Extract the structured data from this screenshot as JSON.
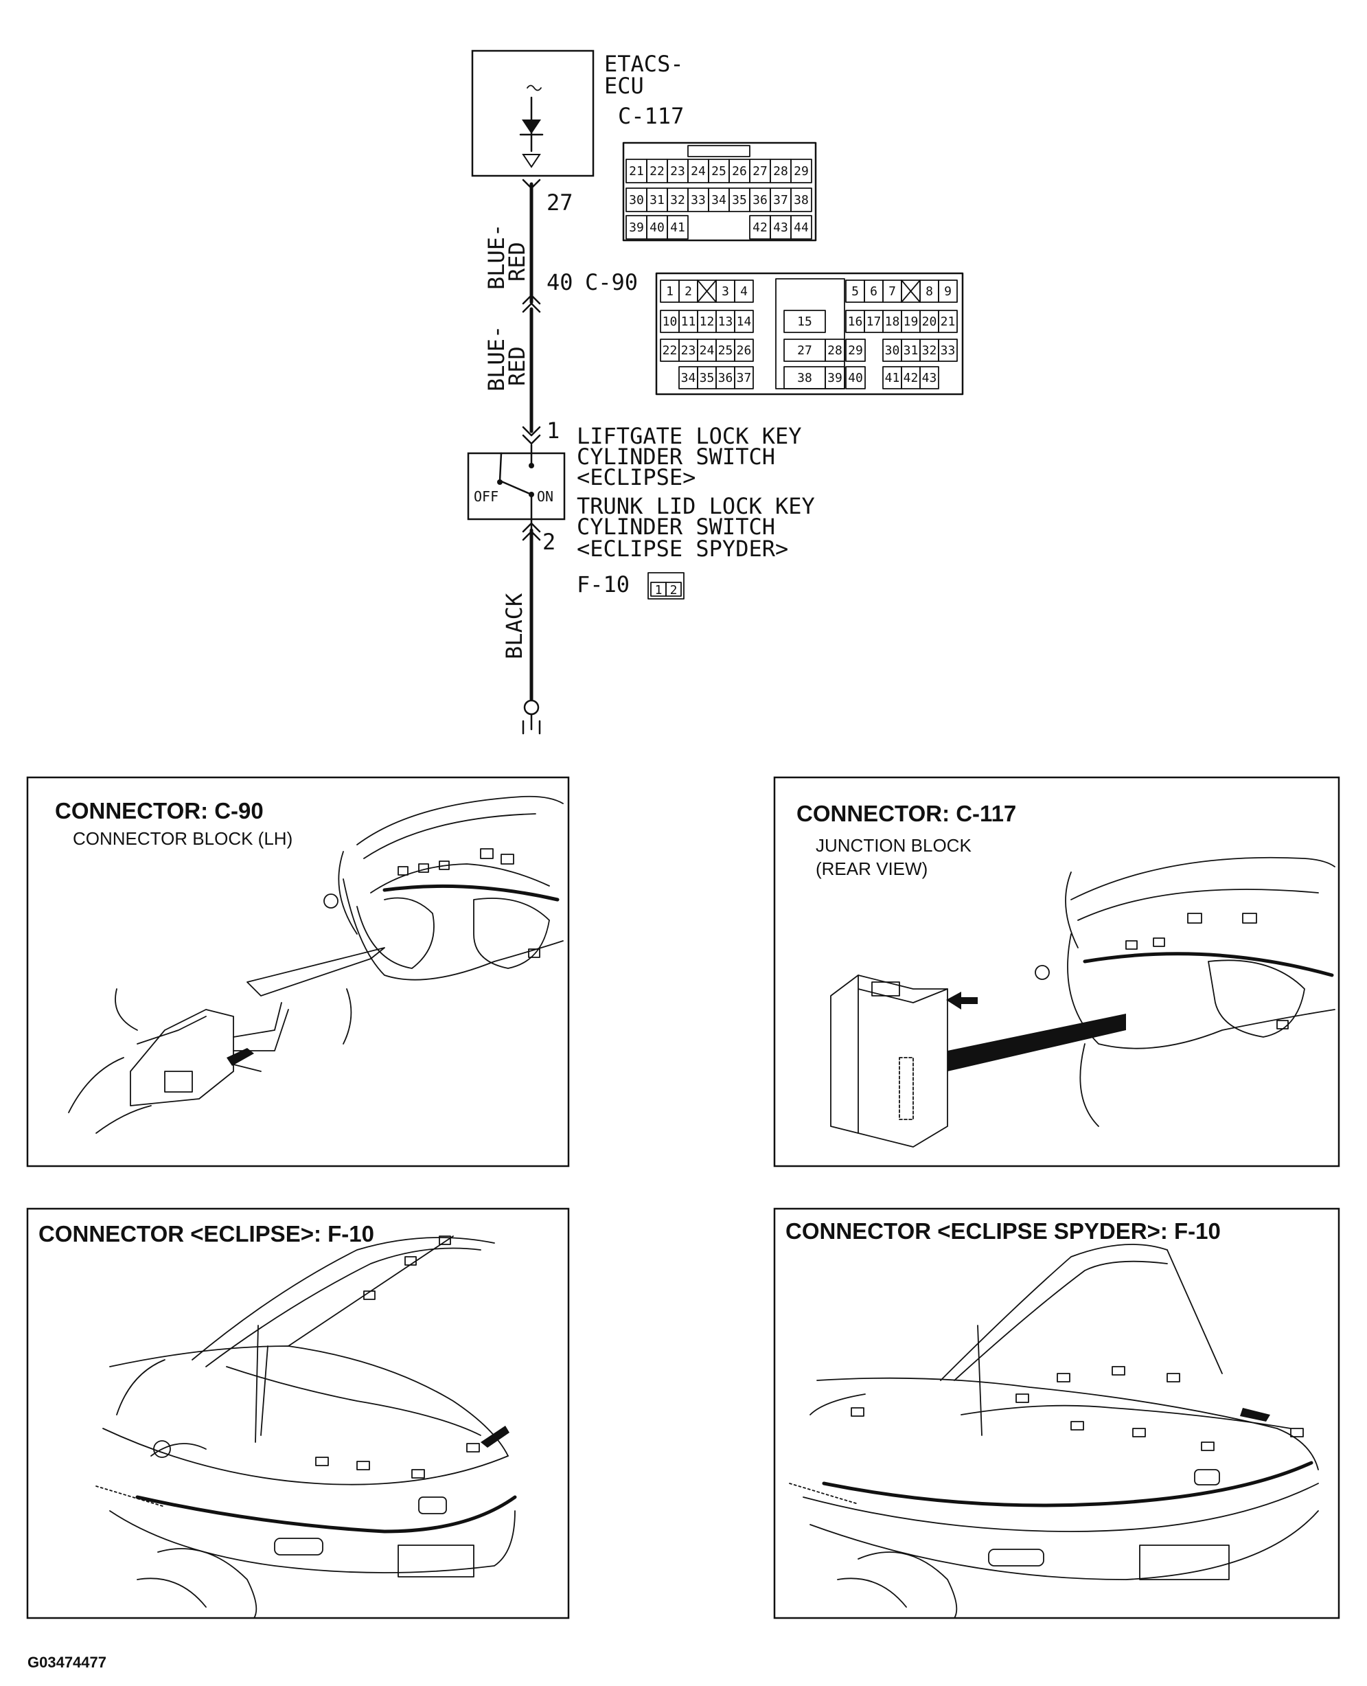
{
  "schematic": {
    "ecu": {
      "name_line1": "ETACS-",
      "name_line2": "ECU",
      "connector": "C-117"
    },
    "pin_27": "27",
    "wire_upper": {
      "line1": "BLUE-",
      "line2": "RED"
    },
    "junction": {
      "pin": "40",
      "connector": "C-90"
    },
    "wire_middle": {
      "line1": "BLUE-",
      "line2": "RED"
    },
    "pin_1": "1",
    "switch": {
      "off": "OFF",
      "on": "ON",
      "eclipse_line1": "LIFTGATE LOCK KEY",
      "eclipse_line2": "CYLINDER SWITCH",
      "eclipse_line3": "<ECLIPSE>",
      "spyder_line1": "TRUNK LID LOCK KEY",
      "spyder_line2": "CYLINDER SWITCH",
      "spyder_line3": "<ECLIPSE SPYDER>"
    },
    "pin_2": "2",
    "f10_label": "F-10",
    "f10_pins": [
      "1",
      "2"
    ],
    "wire_lower": "BLACK",
    "c117_pins": [
      [
        "21",
        "22",
        "23",
        "24",
        "25",
        "26",
        "27",
        "28",
        "29"
      ],
      [
        "30",
        "31",
        "32",
        "33",
        "34",
        "35",
        "36",
        "37",
        "38"
      ],
      [
        "39",
        "40",
        "41",
        "42",
        "43",
        "44"
      ]
    ],
    "c90_pins": [
      [
        "1",
        "2",
        "3",
        "4",
        "5",
        "6",
        "7",
        "8",
        "9"
      ],
      [
        "10",
        "11",
        "12",
        "13",
        "14",
        "15",
        "16",
        "17",
        "18",
        "19",
        "20",
        "21"
      ],
      [
        "22",
        "23",
        "24",
        "25",
        "26",
        "27",
        "28",
        "29",
        "30",
        "31",
        "32",
        "33"
      ],
      [
        "34",
        "35",
        "36",
        "37",
        "38",
        "39",
        "40",
        "41",
        "42",
        "43"
      ]
    ]
  },
  "panels": {
    "c90": {
      "title": "CONNECTOR: C-90",
      "subtitle": "CONNECTOR BLOCK (LH)"
    },
    "c117": {
      "title": "CONNECTOR: C-117",
      "subtitle_line1": "JUNCTION BLOCK",
      "subtitle_line2": "(REAR VIEW)"
    },
    "f10_eclipse": {
      "title": "CONNECTOR <ECLIPSE>: F-10"
    },
    "f10_spyder": {
      "title": "CONNECTOR <ECLIPSE SPYDER>: F-10"
    }
  },
  "figure_id": "G03474477"
}
